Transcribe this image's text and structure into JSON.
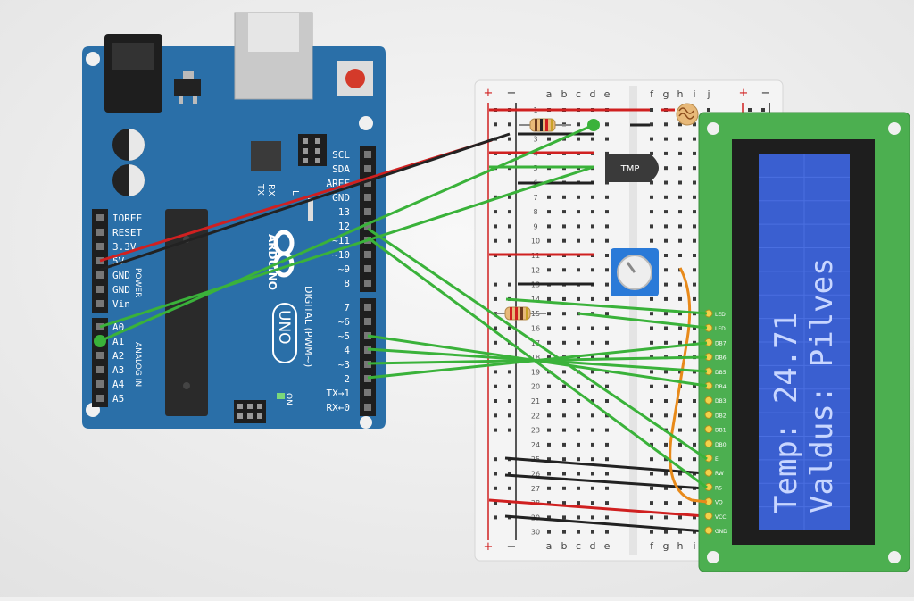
{
  "arduino": {
    "brand": "ARDUINO",
    "model": "UNO",
    "digital_label": "DIGITAL (PWM~)",
    "tx_led": "TX",
    "rx_led": "RX",
    "l_led": "L",
    "on_led": "ON",
    "left_pins": [
      "IOREF",
      "RESET",
      "3.3V",
      "5V",
      "GND",
      "GND",
      "Vin"
    ],
    "power_label": "POWER",
    "analog_pins": [
      "A0",
      "A1",
      "A2",
      "A3",
      "A4",
      "A5"
    ],
    "analog_label": "ANALOG IN",
    "right_pins_top": [
      "SCL",
      "SDA",
      "AREF",
      "GND",
      "13",
      "12",
      "~11",
      "~10",
      "~9",
      "8"
    ],
    "right_pins_bottom": [
      "7",
      "~6",
      "~5",
      "4",
      "~3",
      "2",
      "TX→1",
      "RX←0"
    ]
  },
  "breadboard": {
    "rail_plus": "+",
    "rail_minus": "−",
    "columns_left": [
      "a",
      "b",
      "c",
      "d",
      "e"
    ],
    "columns_right": [
      "f",
      "g",
      "h",
      "i",
      "j"
    ],
    "rows": [
      "1",
      "2",
      "3",
      "4",
      "5",
      "6",
      "7",
      "8",
      "9",
      "10",
      "11",
      "12",
      "13",
      "14",
      "15",
      "16",
      "17",
      "18",
      "19",
      "20",
      "21",
      "22",
      "23",
      "24",
      "25",
      "26",
      "27",
      "28",
      "29",
      "30"
    ]
  },
  "components": {
    "temp_sensor_label": "TMP"
  },
  "lcd": {
    "line1": "Temp: 24.71",
    "line2": "Valdus: Pilves",
    "screen_color": "#3a5fd0",
    "text_color": "#c8d6ff",
    "pins": [
      "LED",
      "LED",
      "DB7",
      "DB6",
      "DB5",
      "DB4",
      "DB3",
      "DB2",
      "DB1",
      "DB0",
      "E",
      "RW",
      "RS",
      "VO",
      "VCC",
      "GND"
    ]
  },
  "colors": {
    "board": "#2a6fa8",
    "wire_green": "#3ab23a",
    "wire_red": "#d02020",
    "wire_black": "#222222",
    "wire_orange": "#e88a1a",
    "lcd_pcb": "#4caf50"
  }
}
